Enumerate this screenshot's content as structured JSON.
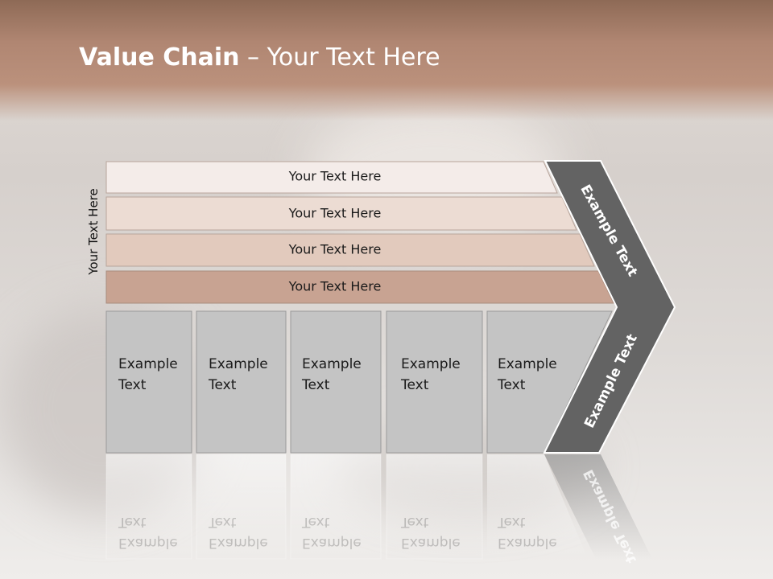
{
  "title": {
    "bold": "Value Chain",
    "rest": " – Your Text Here"
  },
  "side_label": "Your Text Here",
  "bars": [
    {
      "label": "Your Text Here",
      "color": "#f4ece9"
    },
    {
      "label": "Your Text Here",
      "color": "#ecdcd3"
    },
    {
      "label": "Your Text Here",
      "color": "#e2cabd"
    },
    {
      "label": "Your Text Here",
      "color": "#c8a392"
    }
  ],
  "boxes": [
    {
      "line1": "Example",
      "line2": "Text"
    },
    {
      "line1": "Example",
      "line2": "Text"
    },
    {
      "line1": "Example",
      "line2": "Text"
    },
    {
      "line1": "Example",
      "line2": "Text"
    },
    {
      "line1": "Example",
      "line2": "Text"
    }
  ],
  "chevron": {
    "upper_label": "Example Text",
    "lower_label": "Example Text",
    "color": "#636363"
  },
  "box_color": "#c4c4c4"
}
